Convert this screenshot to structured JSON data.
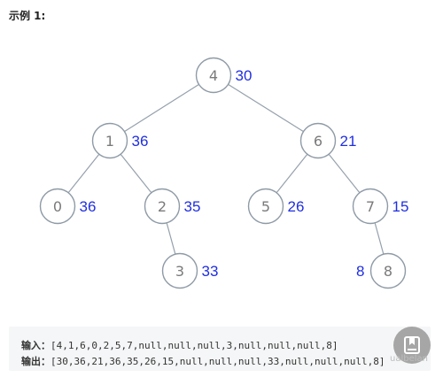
{
  "example_title": "示例 1:",
  "tree": {
    "nodes": [
      {
        "id": "n4",
        "value": "4",
        "sum": "30"
      },
      {
        "id": "n1",
        "value": "1",
        "sum": "36"
      },
      {
        "id": "n6",
        "value": "6",
        "sum": "21"
      },
      {
        "id": "n0",
        "value": "0",
        "sum": "36"
      },
      {
        "id": "n2",
        "value": "2",
        "sum": "35"
      },
      {
        "id": "n5",
        "value": "5",
        "sum": "26"
      },
      {
        "id": "n7",
        "value": "7",
        "sum": "15"
      },
      {
        "id": "n3",
        "value": "3",
        "sum": "33"
      },
      {
        "id": "n8",
        "value": "8",
        "sum": "8"
      }
    ],
    "edges": [
      [
        "n4",
        "n1"
      ],
      [
        "n4",
        "n6"
      ],
      [
        "n1",
        "n0"
      ],
      [
        "n1",
        "n2"
      ],
      [
        "n6",
        "n5"
      ],
      [
        "n6",
        "n7"
      ],
      [
        "n2",
        "n3"
      ],
      [
        "n7",
        "n8"
      ]
    ],
    "colors": {
      "sum_text": "#1f2ee0",
      "node_stroke": "#8e9aa6"
    }
  },
  "io": {
    "input_label": "输入：",
    "input_value": "[4,1,6,0,2,5,7,null,null,null,3,null,null,null,8]",
    "output_label": "输出：",
    "output_value": "[30,36,21,36,35,26,15,null,null,null,33,null,null,null,8]"
  },
  "fab": {
    "icon": "bookmark-icon"
  },
  "watermark": "ualbelan"
}
